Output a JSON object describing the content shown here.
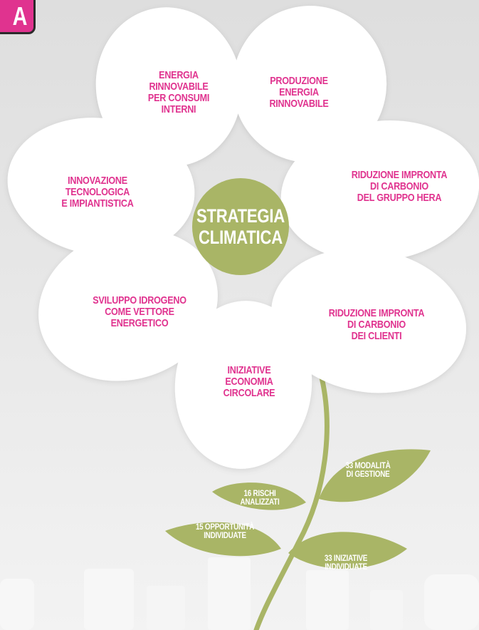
{
  "corner_tag": "A",
  "center": {
    "line1": "STRATEGIA",
    "line2": "CLIMATICA"
  },
  "petals": [
    {
      "lines": [
        "ENERGIA",
        "RINNOVABILE",
        "PER CONSUMI",
        "INTERNI"
      ]
    },
    {
      "lines": [
        "PRODUZIONE",
        "ENERGIA",
        "RINNOVABILE"
      ]
    },
    {
      "lines": [
        "RIDUZIONE IMPRONTA",
        "DI CARBONIO",
        "DEL GRUPPO HERA"
      ]
    },
    {
      "lines": [
        "RIDUZIONE IMPRONTA",
        "DI CARBONIO",
        "DEI CLIENTI"
      ]
    },
    {
      "lines": [
        "INIZIATIVE",
        "ECONOMIA",
        "CIRCOLARE"
      ]
    },
    {
      "lines": [
        "SVILUPPO IDROGENO",
        "COME VETTORE",
        "ENERGETICO"
      ]
    },
    {
      "lines": [
        "INNOVAZIONE",
        "TECNOLOGICA",
        "E IMPIANTISTICA"
      ]
    }
  ],
  "leaves": [
    {
      "lines": [
        "16 RISCHI",
        "ANALIZZATI"
      ]
    },
    {
      "lines": [
        "33 MODALITÀ",
        "DI GESTIONE"
      ]
    },
    {
      "lines": [
        "15 OPPORTUNITÀ",
        "INDIVIDUATE"
      ]
    },
    {
      "lines": [
        "33 INIZIATIVE",
        "INDIVIDUATE"
      ]
    }
  ],
  "colors": {
    "petal_fill": "#ffffff",
    "petal_text": "#e0338f",
    "center_fill": "#a9b566",
    "leaf_fill": "#a9b566",
    "stem": "#a9b566",
    "buildings": "#f6f6f6"
  }
}
